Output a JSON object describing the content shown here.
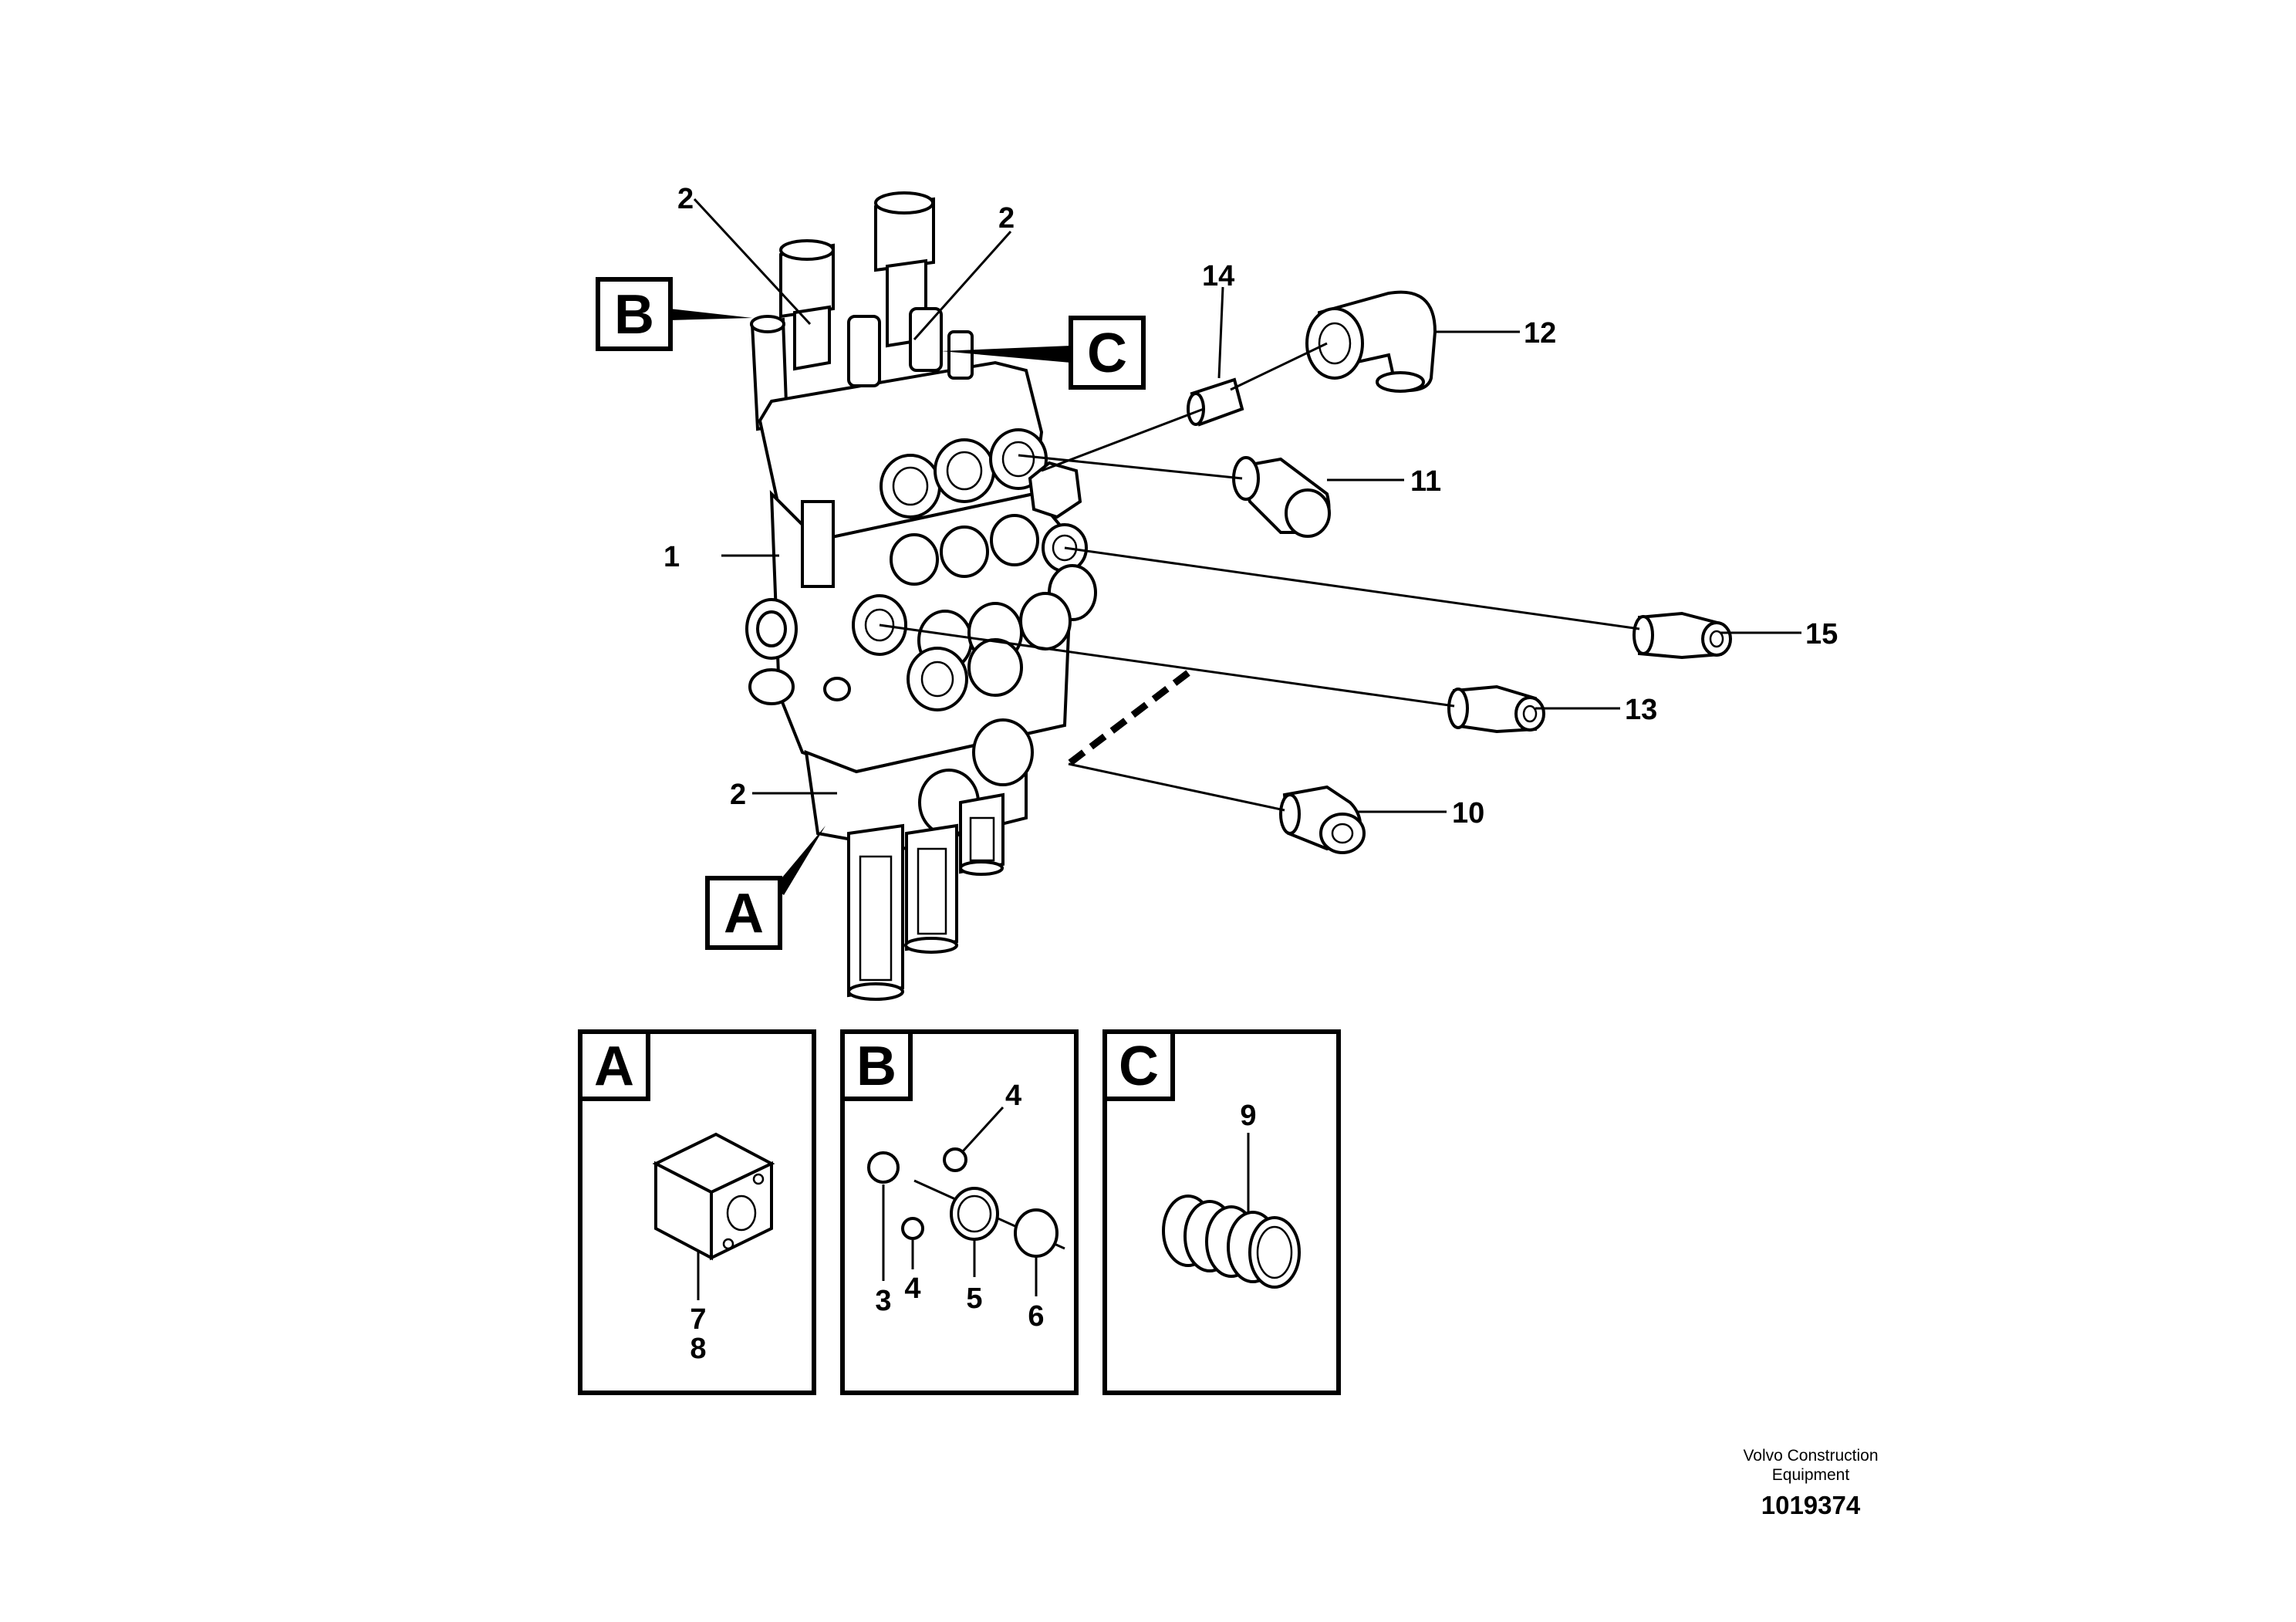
{
  "callouts": {
    "c1": "1",
    "c2a": "2",
    "c2b": "2",
    "c2c": "2",
    "c3": "3",
    "c4a": "4",
    "c4b": "4",
    "c5": "5",
    "c6": "6",
    "c7": "7",
    "c8": "8",
    "c9": "9",
    "c10": "10",
    "c11": "11",
    "c12": "12",
    "c13": "13",
    "c14": "14",
    "c15": "15"
  },
  "detail_refs": {
    "a": "A",
    "b": "B",
    "c": "C"
  },
  "detail_panels": {
    "a": "A",
    "b": "B",
    "c": "C"
  },
  "footer": {
    "company_line1": "Volvo Construction",
    "company_line2": "Equipment",
    "drawing_number": "1019374"
  }
}
